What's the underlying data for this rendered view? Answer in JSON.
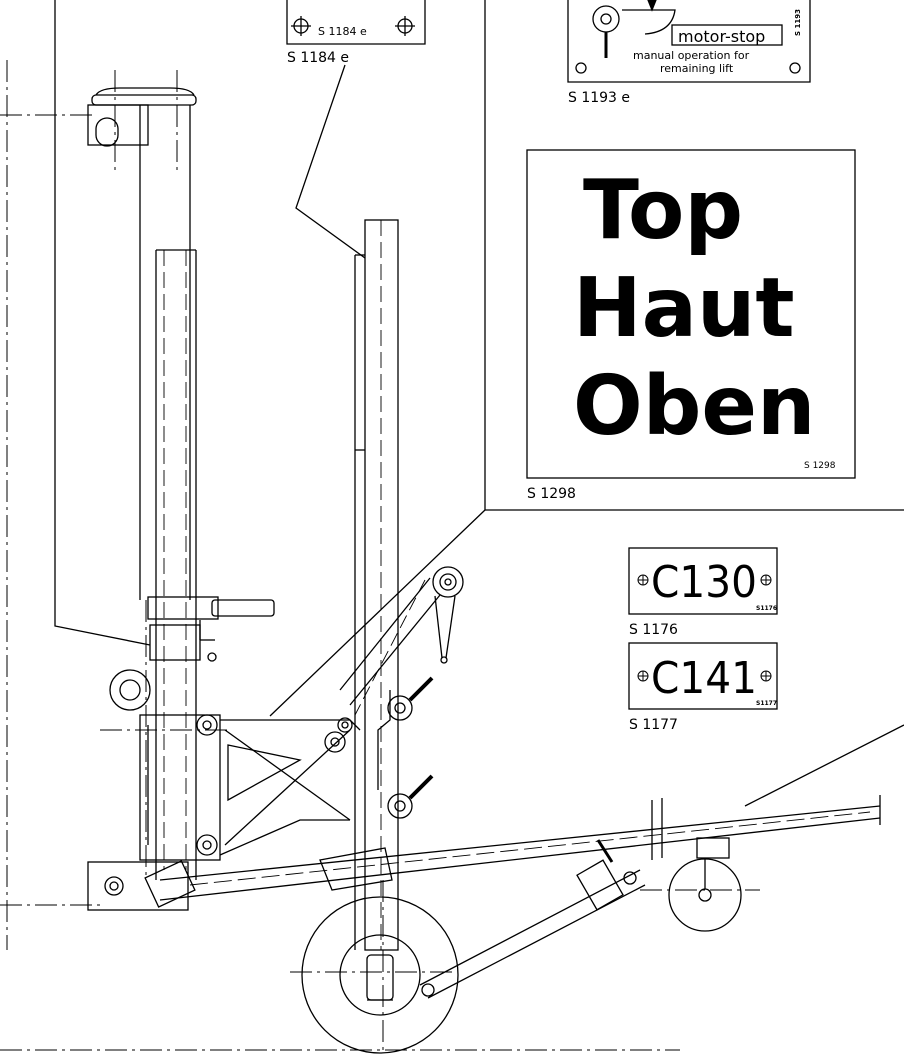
{
  "labels": {
    "s1184": {
      "plate_text": "S 1184 e",
      "caption": "S 1184 e"
    },
    "s1193": {
      "motor_stop": "motor-stop",
      "manual_line1": "manual operation for",
      "manual_line2": "remaining lift",
      "side_code": "S 1193",
      "caption": "S 1193 e"
    },
    "s1298": {
      "line1": "Top",
      "line2": "Haut",
      "line3": "Oben",
      "inner_code": "S 1298",
      "caption": "S 1298"
    },
    "s1176": {
      "plate_text": "C130",
      "inner_code": "S1176",
      "caption": "S 1176"
    },
    "s1177": {
      "plate_text": "C141",
      "inner_code": "S1177",
      "caption": "S 1177"
    }
  },
  "colors": {
    "line": "#000000",
    "background": "#ffffff"
  }
}
